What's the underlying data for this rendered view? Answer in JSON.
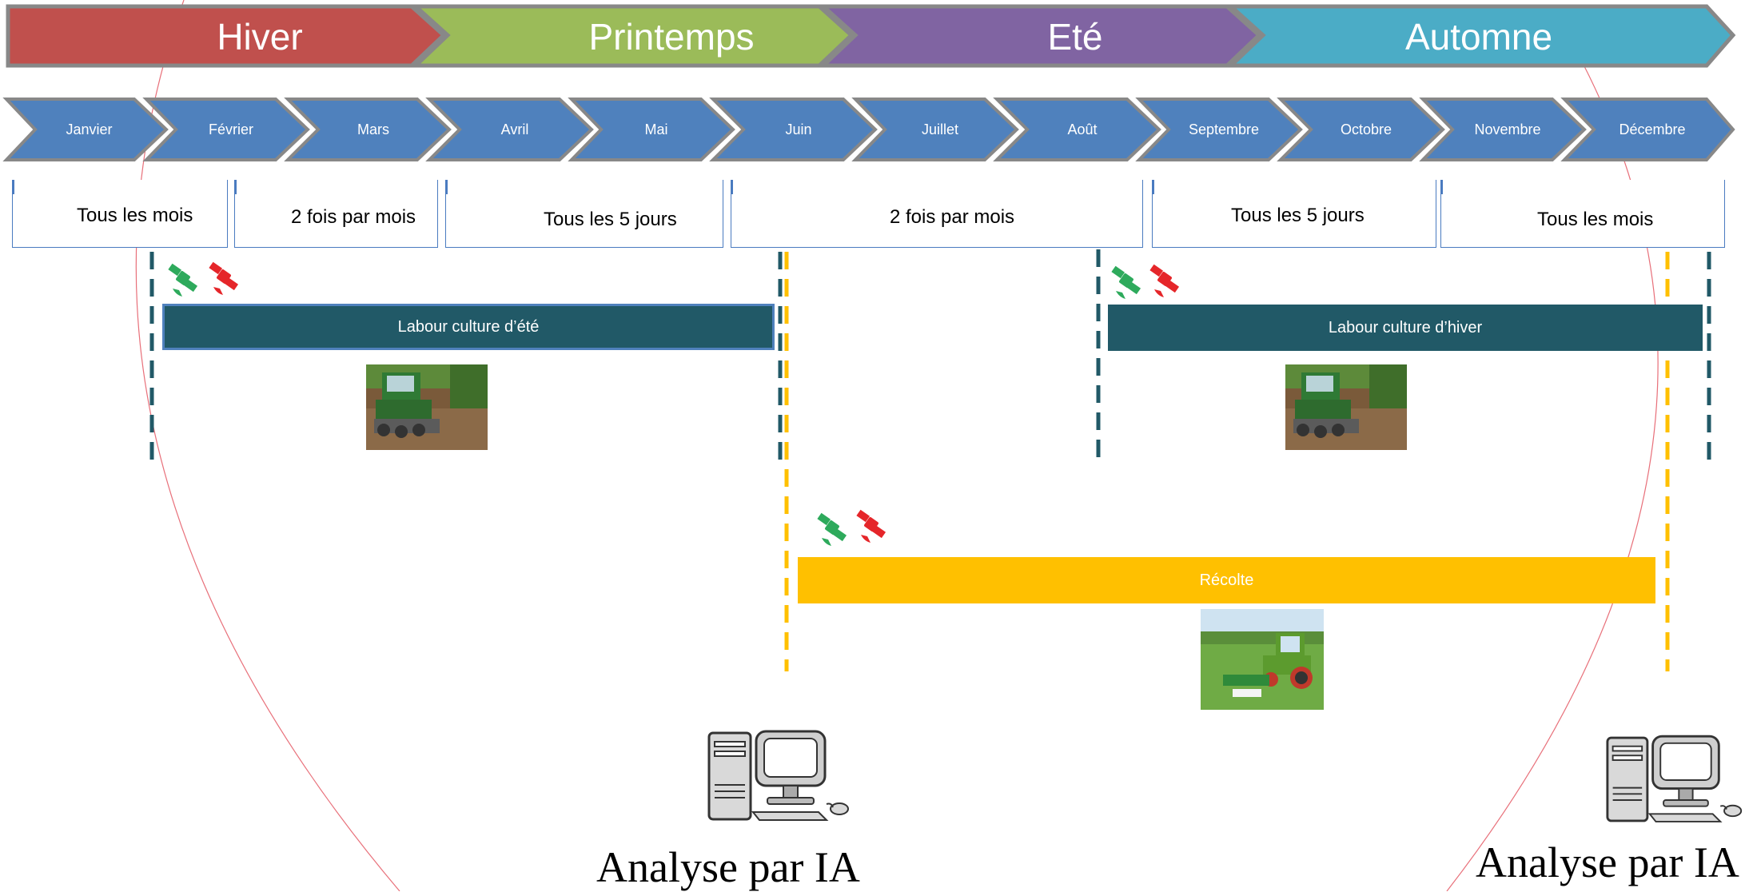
{
  "seasons": [
    {
      "label": "Hiver",
      "color": "#c0504d"
    },
    {
      "label": "Printemps",
      "color": "#9bbb59"
    },
    {
      "label": "Eté",
      "color": "#8064a2"
    },
    {
      "label": "Automne",
      "color": "#4bacc6"
    }
  ],
  "months": [
    "Janvier",
    "Février",
    "Mars",
    "Avril",
    "Mai",
    "Juin",
    "Juillet",
    "Août",
    "Septembre",
    "Octobre",
    "Novembre",
    "Décembre"
  ],
  "month_color": "#4f81bd",
  "frequencies": [
    "Tous les mois",
    "2 fois par mois",
    "Tous les 5 jours",
    "2 fois par mois",
    "Tous les 5 jours",
    "Tous les mois"
  ],
  "activities": {
    "summer_tillage": {
      "label": "Labour culture d’été",
      "color": "#215967"
    },
    "winter_tillage": {
      "label": "Labour culture d’hiver",
      "color": "#215967"
    },
    "harvest": {
      "label": "Récolte",
      "color": "#ffc000"
    }
  },
  "analysis": {
    "left": "Analyse par IA",
    "right": "Analyse par IA"
  },
  "icons": {
    "satellite_green": "satellite-icon",
    "satellite_red": "satellite-icon",
    "computer": "computer-icon"
  }
}
